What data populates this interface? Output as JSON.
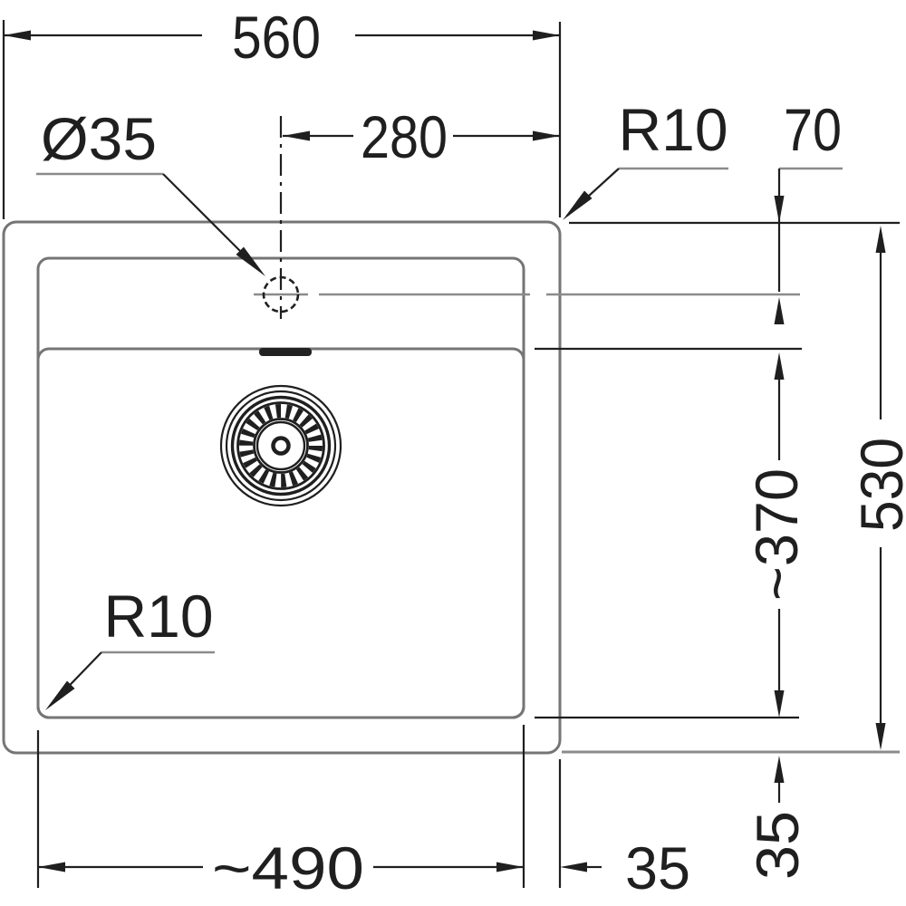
{
  "drawing": {
    "title": "sink-dimension-drawing-top-view",
    "colors": {
      "background": "#ffffff",
      "outline_gray": "#757575",
      "dimension_black": "#1f1f1f",
      "extension_gray": "#8b8b8b"
    },
    "labels": {
      "overall_width": "560",
      "center_offset": "280",
      "faucet_hole_diameter": "Ø35",
      "corner_radius_top": "R10",
      "top_edge_to_faucet": "70",
      "overall_depth": "530",
      "bowl_depth": "~370",
      "bowl_to_bottom_edge": "35",
      "corner_radius_bowl": "R10",
      "bowl_width": "~490",
      "bowl_to_right_edge": "35"
    }
  }
}
